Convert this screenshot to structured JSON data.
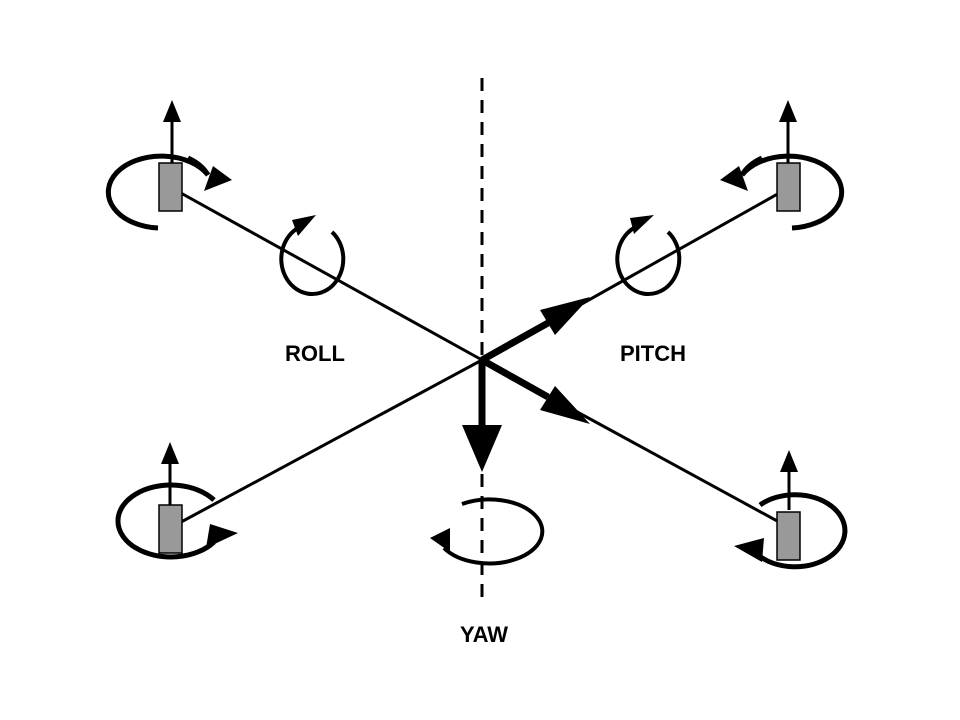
{
  "labels": {
    "roll": "ROLL",
    "pitch": "PITCH",
    "yaw": "YAW"
  },
  "colors": {
    "background": "#ffffff",
    "stroke": "#000000",
    "motor_fill": "#999999"
  },
  "icons": {
    "thrust_arrow": "arrow-up-icon",
    "rotor_rotation": "rotation-arrow-icon",
    "axis_rotation": "circular-arrow-icon"
  }
}
